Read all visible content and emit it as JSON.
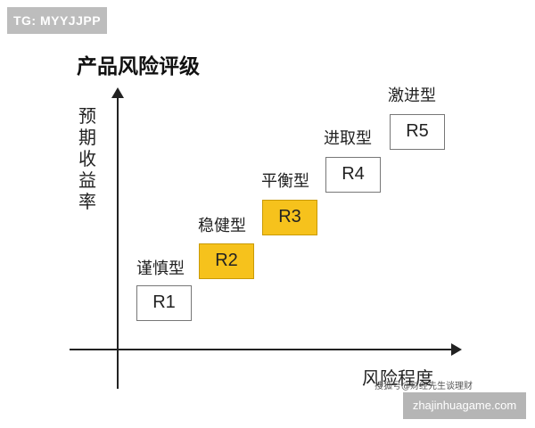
{
  "watermark": {
    "tag": "TG: MYYJJPP"
  },
  "diagram": {
    "title": "产品风险评级",
    "y_axis_label": "预期收益率",
    "x_axis_label": "风险程度",
    "levels": [
      {
        "code": "R1",
        "label": "谨慎型",
        "highlighted": false
      },
      {
        "code": "R2",
        "label": "稳健型",
        "highlighted": true
      },
      {
        "code": "R3",
        "label": "平衡型",
        "highlighted": true
      },
      {
        "code": "R4",
        "label": "进取型",
        "highlighted": false
      },
      {
        "code": "R5",
        "label": "激进型",
        "highlighted": false
      }
    ],
    "highlight_color": "#f6c21c"
  },
  "caption": "搜狐号@财经先生谈理财",
  "site_tag": "zhajinhuagame.com"
}
